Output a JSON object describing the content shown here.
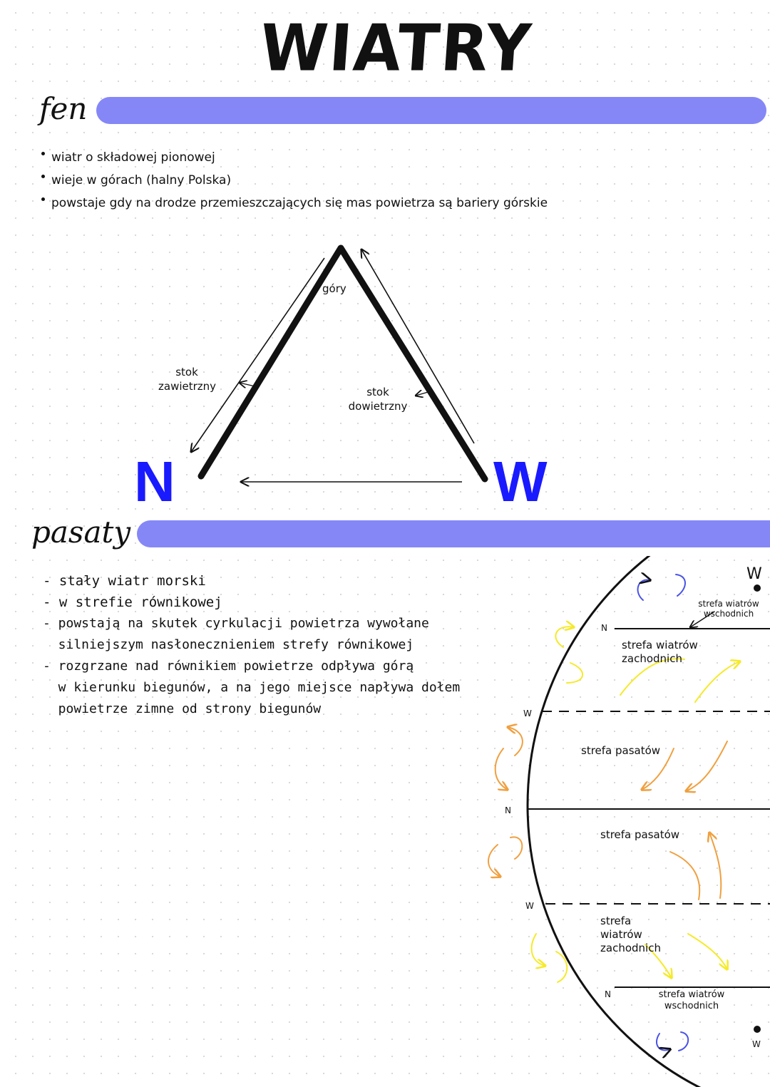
{
  "title": "WIATRY",
  "colors": {
    "bar": "#8587f7",
    "letters": "#1a1aff",
    "orange": "#f0a040",
    "yellow": "#f5ea2a"
  },
  "fen": {
    "heading": "fen",
    "bullets": [
      "wiatr o składowej pionowej",
      "wieje w górach (halny Polska)",
      "powstaje gdy na drodze przemieszczających się mas powietrza są bariery górskie"
    ],
    "diagram": {
      "peak_label": "góry",
      "left_slope": [
        "stok",
        "zawietrzny"
      ],
      "right_slope": [
        "stok",
        "dowietrzny"
      ],
      "left_letter": "N",
      "right_letter": "W"
    }
  },
  "pasaty": {
    "heading": "pasaty",
    "points": [
      "- stały wiatr morski",
      "- w strefie równikowej",
      "- powstają na skutek cyrkulacji powietrza wywołane",
      "  silniejszym nasłonecznieniem strefy równikowej",
      "- rozgrzane nad równikiem powietrze odpływa górą",
      "  w kierunku biegunów, a na jego miejsce napływa dołem",
      "  powietrze zimne od strony biegunów"
    ],
    "globe": {
      "zones": [
        "strefa wiatrów wschodnich",
        "strefa wiatrów zachodnich",
        "strefa pasatów",
        "strefa pasatów",
        "strefa wiatrów zachodnich",
        "strefa wiatrów wschodnich"
      ],
      "letters": [
        "W",
        "N",
        "W",
        "N",
        "W",
        "N",
        "W"
      ]
    }
  }
}
